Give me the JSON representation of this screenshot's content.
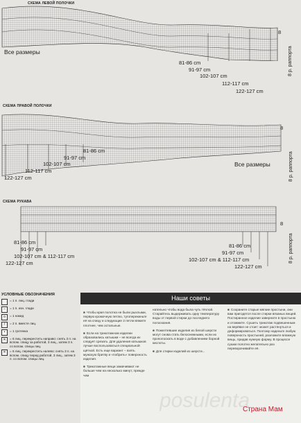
{
  "charts": [
    {
      "title": "СХЕМА ЛЕВОЙ ПОЛОЧКИ",
      "sizes": [
        "81-86 cm",
        "91-97 cm",
        "102-107 cm",
        "112-117 cm",
        "122-127 cm"
      ],
      "all_sizes": "Все размеры",
      "rapport_number": "8",
      "rapport": "8 р. раппорта"
    },
    {
      "title": "СХЕМА ПРАВОЙ ПОЛОЧКИ",
      "sizes": [
        "81-86 cm",
        "91-97 cm",
        "102-107 cm",
        "112-117 cm",
        "122-127 cm"
      ],
      "all_sizes": "Все размеры",
      "rapport_number": "8",
      "rapport": "8 р. раппорта"
    },
    {
      "title": "СХЕМА РУКАВА",
      "sizes": [
        "81-86 cm",
        "91-97 cm",
        "102-107 cm & 112-117 cm",
        "122-127 cm"
      ],
      "sizes_right": [
        "81-86 cm",
        "91-97 cm",
        "102-107 cm & 112-117 cm",
        "122-127 cm"
      ],
      "rapport_number": "8",
      "rapport": "8 р. раппорта"
    }
  ],
  "legend": {
    "title": "УСЛОВНЫЕ ОБОЗНАЧЕНИЯ",
    "items": [
      {
        "symbol": "",
        "text": "= 1 п. лиц. глади"
      },
      {
        "symbol": "–",
        "text": "= 1 п. изн. глади"
      },
      {
        "symbol": "o",
        "text": "= 1 накид"
      },
      {
        "symbol": "/",
        "text": "= 2 п. вместе лиц."
      },
      {
        "symbol": "•",
        "text": "= 1 грэтенка"
      },
      {
        "symbol": "✕",
        "text": "= 6 лиц. перекрестить направо: снять 3 п. на вспом. спицу за работой, 3 лиц., затем 3 п. со вспом. спицы лиц."
      },
      {
        "symbol": "✕",
        "text": "= 6 лиц. перекрестить налево: снять 3 п. на вспом. спицу перед работой, 3 лиц., затем 3 п. со вспом. спицы лиц."
      }
    ]
  },
  "tips": {
    "header": "Наши советы",
    "col1": [
      "Чтобы края полотна не были рыхлыми, первую кромочную петлю, тугоперекиньте её на спицу и следующие 2 петли вяжите плотнее, чем остальные.",
      "Если на трикотажном изделии образовались катышки – не всегда их следует срезать. Для удаления катышков лучше воспользоваться специальной щёткой. Есть еще вариант – взять мужскую бритву и «побрить» поверхность изделия.",
      "Трикотажные вещи замачивают не больше чем на несколько минут, прежде чем"
    ],
    "col2": [
      "нательно чтобы вода была чуть тёплой. Старайтесь выдерживать одну температуру воды от первой стирки до последнего полоскания.",
      "Пожелтевшие изделия из белой шерсти могут снова стать белоснежными, если их прополоскать в воде с добавлением борной кислоты.",
      "Для стирки изделий из шерсти..."
    ],
    "col3": [
      "Сохраните старые мягкие простыни, они вам пригодятся после стирки вязаных вещей. Постиранное изделие заверните в простыню и отожмите. Сушить трикотаж подвешенным на верёвке не стоит: может растянуться и деформироваться. Поэтому наденьте любую поверхность простыней, разложите влажную вещь, придав нужную форму. В процессе сушки полотно желательно раз переворачивайте её."
    ]
  },
  "watermark": "Страна Мам"
}
